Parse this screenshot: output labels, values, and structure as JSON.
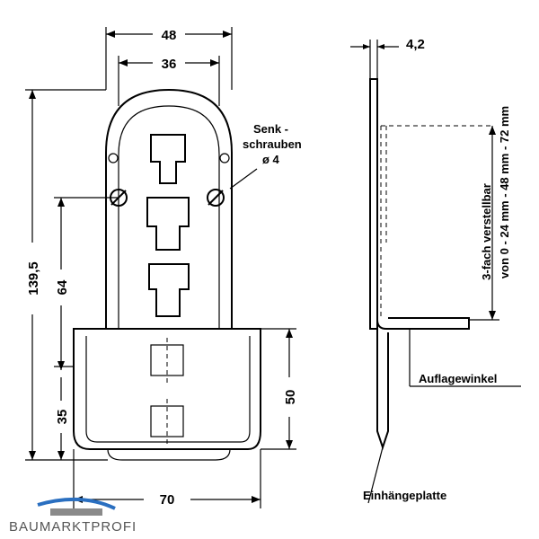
{
  "dimensions": {
    "width_outer": "48",
    "width_inner": "36",
    "total_height": "139,5",
    "slot_height": "64",
    "lower_height": "35",
    "tray_height": "50",
    "tray_width": "70",
    "thickness": "4,2"
  },
  "labels": {
    "screw_line1": "Senk -",
    "screw_line2": "schrauben",
    "screw_line3": "ø 4",
    "adjust_line1": "3-fach verstellbar",
    "adjust_line2": "von 0 - 24 mm - 48 mm - 72 mm",
    "support_bracket": "Auflagewinkel",
    "hanging_plate": "Einhängeplatte"
  },
  "brand": {
    "name": "BAUMARKTPROFI",
    "colors": {
      "accent_blue": "#2a6fc0",
      "gray": "#8a8a8a"
    }
  }
}
